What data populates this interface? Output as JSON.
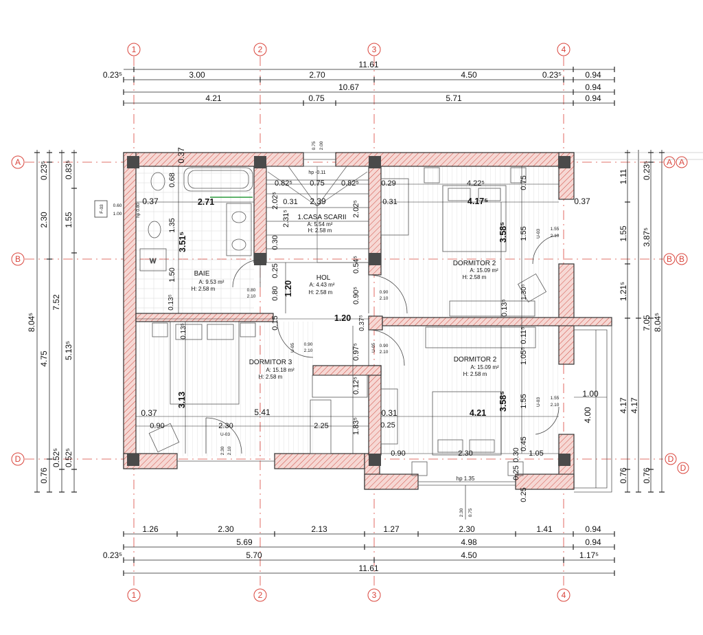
{
  "axes": {
    "numbers": [
      "1",
      "2",
      "3",
      "4"
    ],
    "letters_left": [
      "A",
      "B",
      "D"
    ],
    "letters_right": [
      "A",
      "A",
      "B",
      "B",
      "D",
      "D"
    ]
  },
  "dims_top": {
    "row1": [
      "11.61"
    ],
    "row2": [
      "0.23⁵",
      "3.00",
      "2.70",
      "4.50",
      "0.23⁵",
      "0.94"
    ],
    "row3": [
      "10.67",
      "0.94"
    ],
    "row4": [
      "4.21",
      "0.75",
      "5.71",
      "0.94"
    ]
  },
  "dims_bottom": {
    "row1": [
      "1.26",
      "2.30",
      "2.13",
      "1.27",
      "2.30",
      "1.41",
      "0.94"
    ],
    "row2": [
      "5.69",
      "4.98",
      "0.94"
    ],
    "row3": [
      "0.23⁵",
      "5.70",
      "4.50",
      "1.17⁵"
    ],
    "row4": [
      "11.61"
    ]
  },
  "dims_left": [
    "8.04⁵",
    "2.30",
    "4.75",
    "0.76",
    "7.52",
    "0.23⁵",
    "0.52⁵",
    "0.83⁵",
    "1.55",
    "5.13⁵",
    "0.52⁵"
  ],
  "dims_right": [
    "1.11",
    "1.55",
    "1.21⁵",
    "4.17",
    "0.76",
    "0.23⁵",
    "3.87⁵",
    "7.05",
    "8.04⁵",
    "4.17",
    "0.76"
  ],
  "rooms": [
    {
      "name": "BAIE",
      "area": "A: 9.53 m²",
      "height": "H: 2.58 m"
    },
    {
      "name": "HOL",
      "area": "A: 4.43 m²",
      "height": "H: 2.58 m"
    },
    {
      "name": "1.CASA SCARII",
      "area": "A: 5.54 m²",
      "height": "H: 2.58 m"
    },
    {
      "name": "DORMITOR 2",
      "area": "A: 15.09 m²",
      "height": "H: 2.58 m"
    },
    {
      "name": "DORMITOR 2",
      "area": "A: 15.09 m²",
      "height": "H: 2.58 m"
    },
    {
      "name": "DORMITOR 3",
      "area": "A: 15.18 m²",
      "height": "H: 2.58 m"
    }
  ],
  "bold_dims": [
    "2.71",
    "3.51⁵",
    "1.20",
    "1.20",
    "4.17⁵",
    "3.58⁵",
    "4.21",
    "3.58⁵",
    "3.13",
    "5.41"
  ],
  "inner_dims": [
    "0.37",
    "0.68",
    "1.35",
    "1.50",
    "0.13⁵",
    "0.13⁵",
    "0.82⁵",
    "0.75",
    "0.82⁵",
    "0.29",
    "4.22⁵",
    "0.75",
    "0.37",
    "0.31",
    "2.39",
    "2.02⁵",
    "2.31⁵",
    "2.02⁵",
    "0.31",
    "0.30",
    "0.25",
    "0.80",
    "0.54⁵",
    "0.90⁵",
    "0.37⁵",
    "0.97⁵",
    "0.15",
    "0.12⁵",
    "1.83⁵",
    "1.55",
    "1.55",
    "1.30⁵",
    "0.13⁵",
    "0.11⁵",
    "1.05⁵",
    "1.00",
    "4.00",
    "0.37",
    "0.90",
    "2.30",
    "2.25",
    "0.31",
    "0.25",
    "0.90",
    "2.30",
    "0.30",
    "0.45",
    "1.05",
    "0.25",
    "0.25",
    "0.37",
    "0.37"
  ],
  "openings": {
    "window_top": [
      "0.75",
      "2.00"
    ],
    "hp_stair": "hp -0.11",
    "f03": [
      "F-03",
      "0.60",
      "1.00",
      "hp 0.80"
    ],
    "doors": [
      {
        "w": "0.80",
        "h": "2.10"
      },
      {
        "w": "0.90",
        "h": "2.10"
      },
      {
        "w": "0.90",
        "h": "2.10"
      },
      {
        "w": "0.90",
        "h": "2.10"
      },
      {
        "w": "0.90",
        "h": "2.10"
      }
    ],
    "u03_a": [
      "U-03",
      "1.55",
      "2.10"
    ],
    "u03_b": [
      "U-03",
      "1.55",
      "2.10"
    ],
    "u03_c": [
      "U-03",
      "2.30",
      "2.10"
    ],
    "u05": [
      "U-05",
      "U-05"
    ],
    "hp_bottom": "hp 1.35",
    "bottom_window": [
      "2.30",
      "0.75"
    ]
  },
  "colors": {
    "wall_fill": "#f6d8d4",
    "wall_stroke": "#d04a40",
    "column": "#4a4a4a",
    "axis": "#d9433a",
    "dim_line": "#222222"
  }
}
